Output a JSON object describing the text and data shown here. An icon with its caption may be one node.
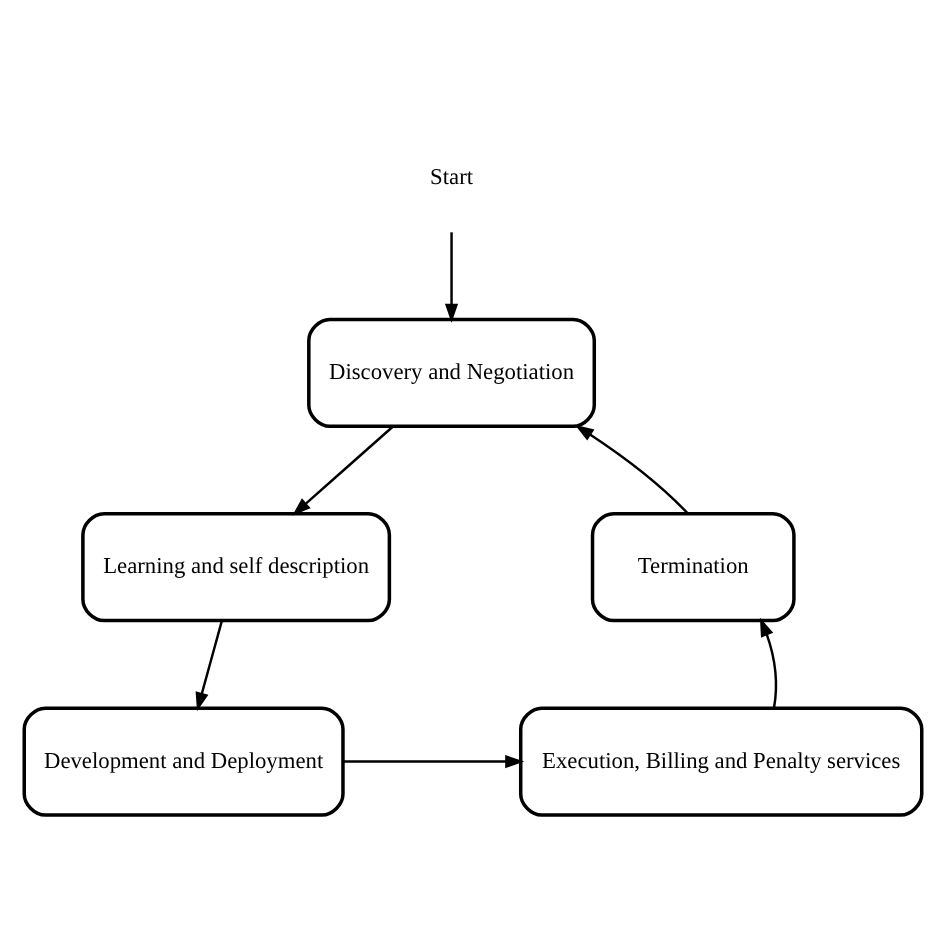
{
  "diagram": {
    "nodes": [
      {
        "text": [
          "Start"
        ]
      },
      {
        "text": [
          "Discovery and Negotiation"
        ]
      },
      {
        "text": [
          "Learning and self description"
        ]
      },
      {
        "text": [
          "Development and Deployment"
        ]
      },
      {
        "text": [
          "Execution, Billing and Penalty services"
        ]
      },
      {
        "text": [
          "Termination"
        ]
      }
    ],
    "edges": [
      {
        "from": 0,
        "to": 1,
        "arrow": "to"
      },
      {
        "from": 1,
        "to": 2,
        "arrow": "to"
      },
      {
        "from": 2,
        "to": 3,
        "arrow": "to"
      },
      {
        "from": 3,
        "to": 4,
        "arrow": "to"
      },
      {
        "from": 4,
        "to": 5,
        "arrow": "to"
      },
      {
        "from": 5,
        "to": 1,
        "arrow": "to"
      }
    ]
  }
}
